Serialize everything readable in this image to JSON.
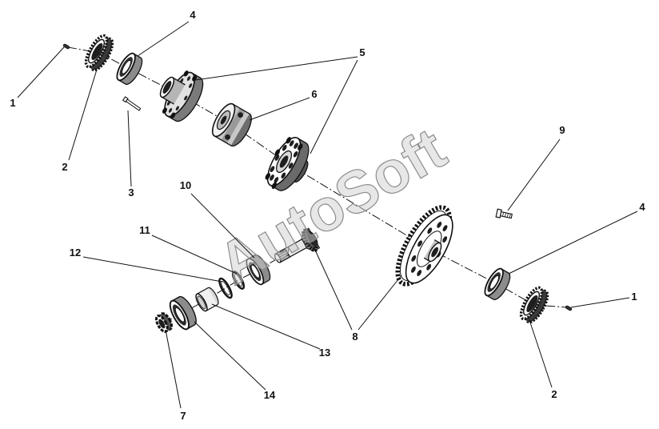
{
  "diagram": {
    "watermark": "AutoSoft",
    "callouts": [
      {
        "label": "1"
      },
      {
        "label": "2"
      },
      {
        "label": "4"
      },
      {
        "label": "5"
      },
      {
        "label": "6"
      },
      {
        "label": "3"
      },
      {
        "label": "10"
      },
      {
        "label": "11"
      },
      {
        "label": "12"
      },
      {
        "label": "9"
      },
      {
        "label": "4"
      },
      {
        "label": "1"
      },
      {
        "label": "8"
      },
      {
        "label": "13"
      },
      {
        "label": "14"
      },
      {
        "label": "2"
      },
      {
        "label": "7"
      }
    ],
    "colors": {
      "line": "#111111",
      "background": "#ffffff"
    }
  }
}
